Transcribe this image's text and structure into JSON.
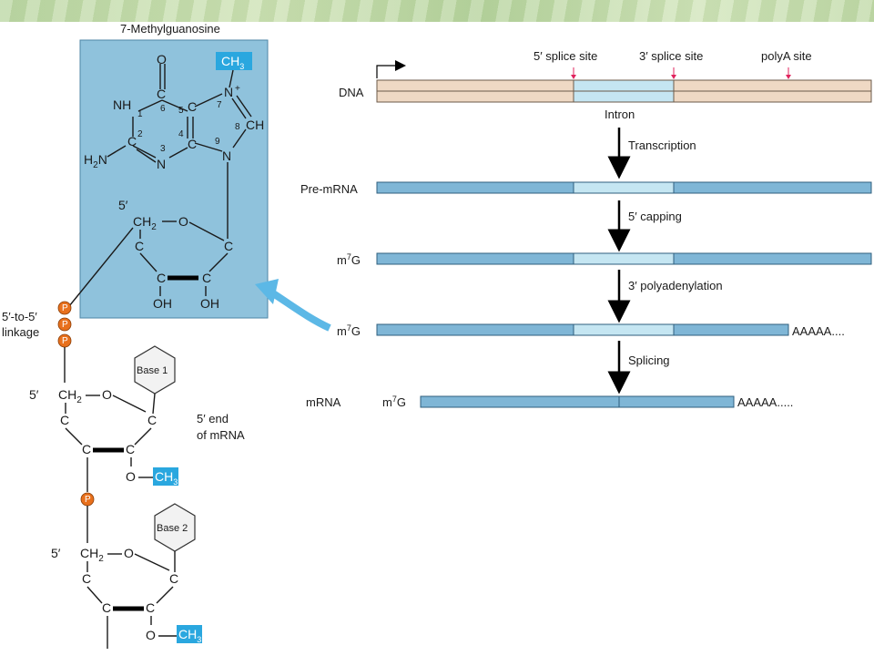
{
  "cap": {
    "title": "7-Methylguanosine",
    "methyl": "CH",
    "methyl_sub": "3",
    "n7_plus": "+",
    "ring_atoms": {
      "o_top": "O",
      "c6": "C",
      "nh1": "NH",
      "c2": "C",
      "h2n": "H",
      "h2n_sub": "2",
      "h2n_n": "N",
      "n3": "N",
      "c4": "C",
      "c5": "C",
      "n7": "N",
      "c8h": "CH",
      "n9": "N"
    },
    "ring_numbers": [
      "1",
      "2",
      "3",
      "4",
      "5",
      "6",
      "7",
      "8",
      "9"
    ],
    "sugar": {
      "five_prime": "5′",
      "ch2": "CH",
      "ch2_sub": "2",
      "o": "O",
      "c": "C",
      "oh": "OH"
    }
  },
  "linkage": {
    "line1": "5′-to-5′",
    "line2": "linkage",
    "p": "P"
  },
  "mrna_end": {
    "five_prime": "5′",
    "ch2": "CH",
    "ch2_sub": "2",
    "o": "O",
    "c": "C",
    "base1": "Base 1",
    "base2": "Base 2",
    "end_line1": "5′ end",
    "end_line2": "of mRNA",
    "methyl": "CH",
    "methyl_sub": "3"
  },
  "pathway": {
    "dna_label": "DNA",
    "intron_label": "Intron",
    "site_5": "5′ splice site",
    "site_3": "3′ splice site",
    "site_polya": "polyA site",
    "rows": [
      {
        "label": "Pre-mRNA",
        "step": "Transcription"
      },
      {
        "label_main": "m",
        "label_sup": "7",
        "label_tail": "G",
        "step": "5′ capping"
      },
      {
        "label_main": "m",
        "label_sup": "7",
        "label_tail": "G",
        "step": "3′ polyadenylation",
        "tail": "AAAAA...."
      },
      {
        "label": "mRNA",
        "cap_main": "m",
        "cap_sup": "7",
        "cap_tail": "G",
        "step": "Splicing",
        "tail": "AAAAA....."
      }
    ]
  },
  "colors": {
    "cap_box": "#8fc2dc",
    "exon": "#7fb6d6",
    "intron": "#c5e6f2",
    "dna": "#efd9c4",
    "phosphate": "#e8701c",
    "methyl_box": "#2aa7df",
    "pointer_arrow": "#5cb8e6",
    "splice_marker": "#e0245e"
  }
}
